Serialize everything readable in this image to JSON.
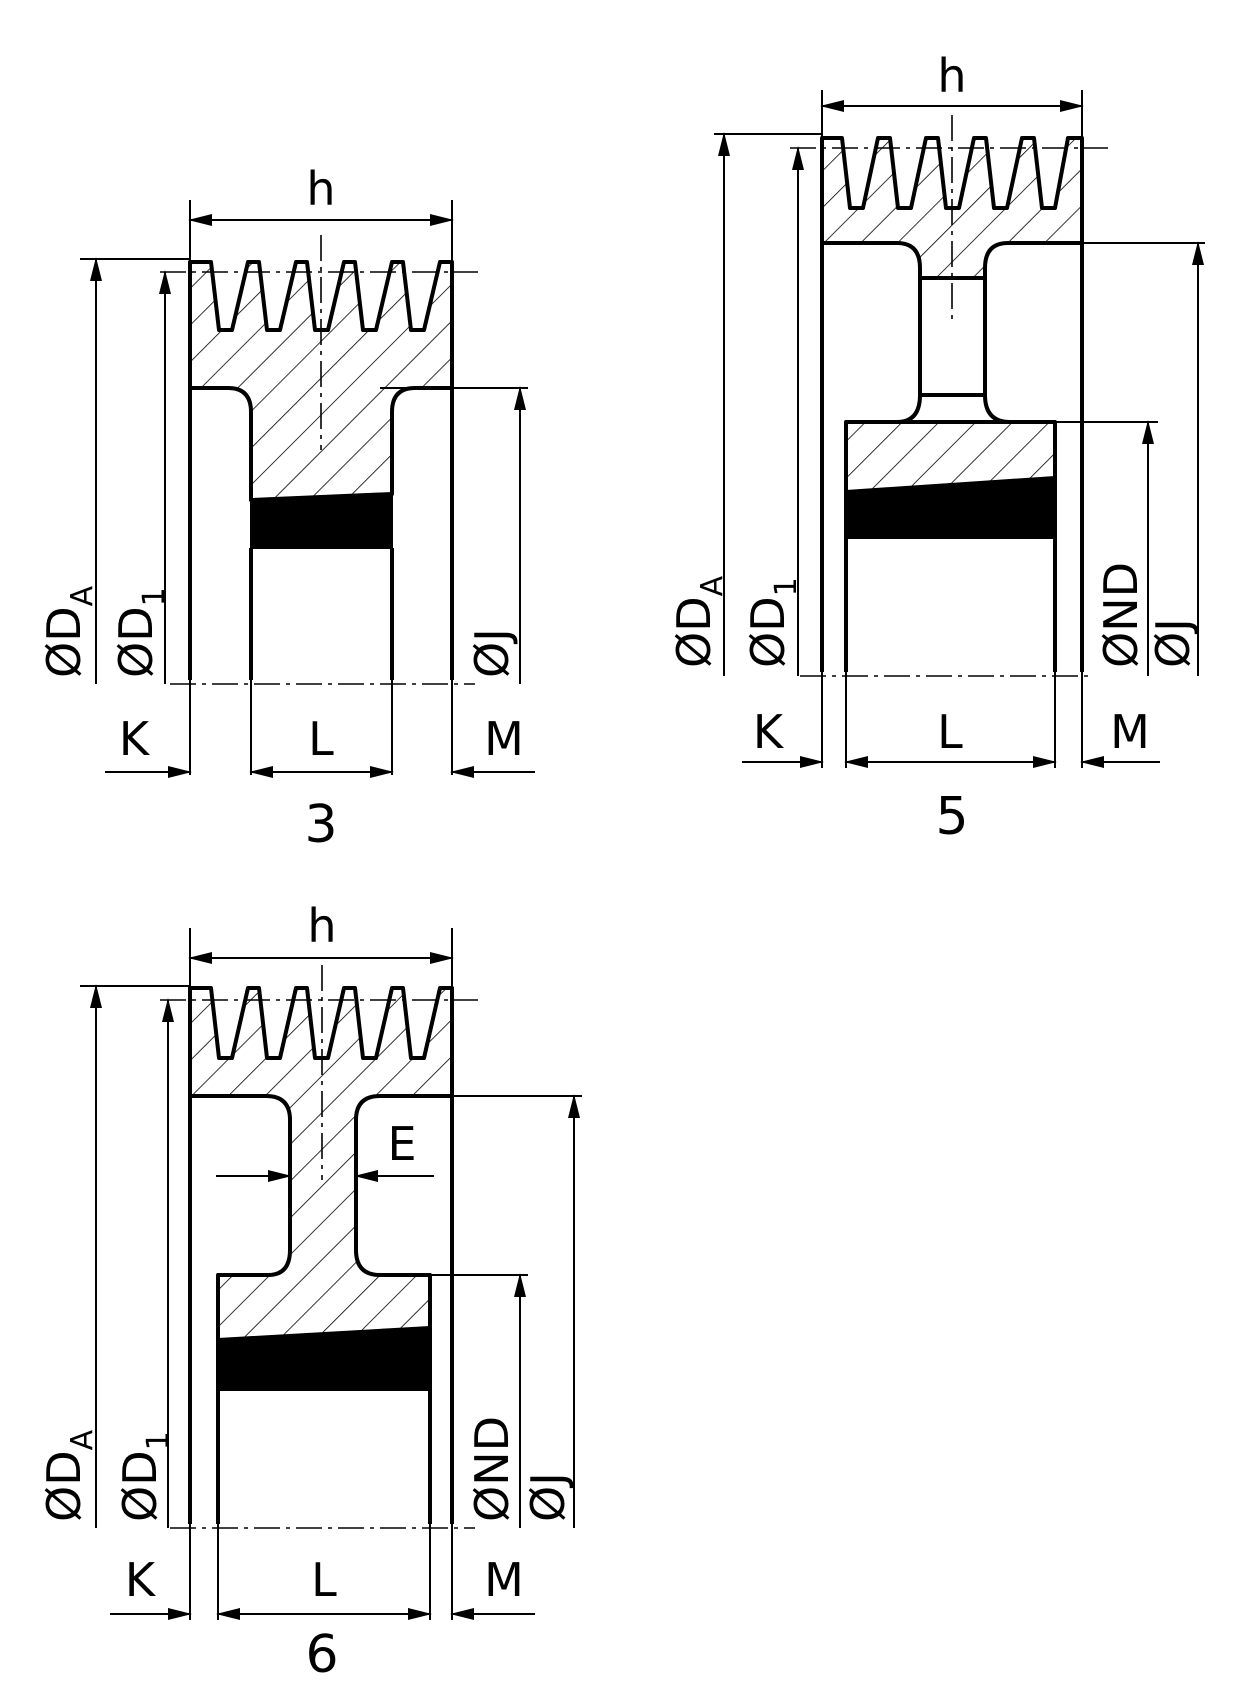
{
  "figures": [
    {
      "id": "3",
      "caption": "3",
      "labels": {
        "h": "h",
        "da": "ØD",
        "da_sub": "A",
        "d1": "ØD",
        "d1_sub": "1",
        "j": "ØJ",
        "k": "K",
        "l": "L",
        "m": "M"
      }
    },
    {
      "id": "5",
      "caption": "5",
      "labels": {
        "h": "h",
        "da": "ØD",
        "da_sub": "A",
        "d1": "ØD",
        "d1_sub": "1",
        "nd": "ØND",
        "j": "ØJ",
        "k": "K",
        "l": "L",
        "m": "M"
      }
    },
    {
      "id": "6",
      "caption": "6",
      "labels": {
        "h": "h",
        "da": "ØD",
        "da_sub": "A",
        "d1": "ØD",
        "d1_sub": "1",
        "nd": "ØND",
        "j": "ØJ",
        "e": "E",
        "k": "K",
        "l": "L",
        "m": "M"
      }
    }
  ]
}
